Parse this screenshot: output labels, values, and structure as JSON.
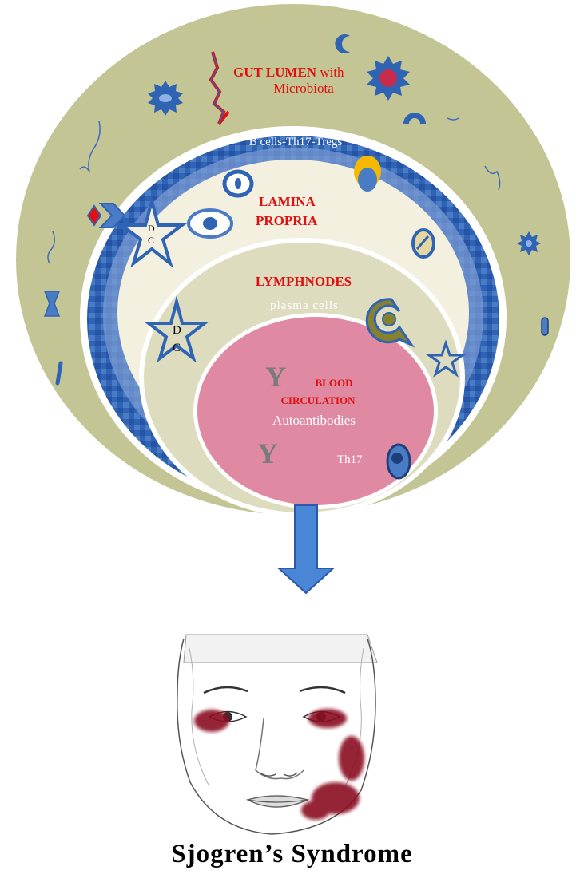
{
  "diagram": {
    "gut_lumen": {
      "line1": "GUT LUMEN",
      "line1_suffix": " with",
      "line2": "Microbiota"
    },
    "bcells_label": "B cells-Th17-Tregs",
    "lamina_propria": {
      "line1": "LAMINA",
      "line2": "PROPRIA"
    },
    "dc": {
      "letter1": "D",
      "letter2": "C"
    },
    "lymphnodes": "LYMPHNODES",
    "plasma_cells": "plasma cells",
    "blood_circulation": {
      "line1": "BLOOD",
      "line2": "CIRCULATION"
    },
    "autoantibodies": "Autoantibodies",
    "antibody_symbol": "Y",
    "th17": "Th17"
  },
  "caption": "Sjogren’s Syndrome",
  "colors": {
    "outer": "#c4c595",
    "blue_ring": "#2f63b4",
    "cream": "#f3f0df",
    "lymph": "#dedcbe",
    "blood": "#df8aa2",
    "red_label": "#e01010",
    "olive_cell": "#85812f",
    "rash": "#8a1020"
  },
  "icons": [
    "squiggle-microbe-icon",
    "spiky-cell-icon",
    "crescent-icon",
    "red-spiky-cell-icon",
    "arch-icon",
    "gear-icon",
    "hourglass-icon",
    "oval-cell-icon",
    "chevron-icon",
    "dc-star-icon",
    "c-shaped-cell-icon",
    "small-star-icon",
    "down-arrow-icon",
    "face-illustration"
  ]
}
